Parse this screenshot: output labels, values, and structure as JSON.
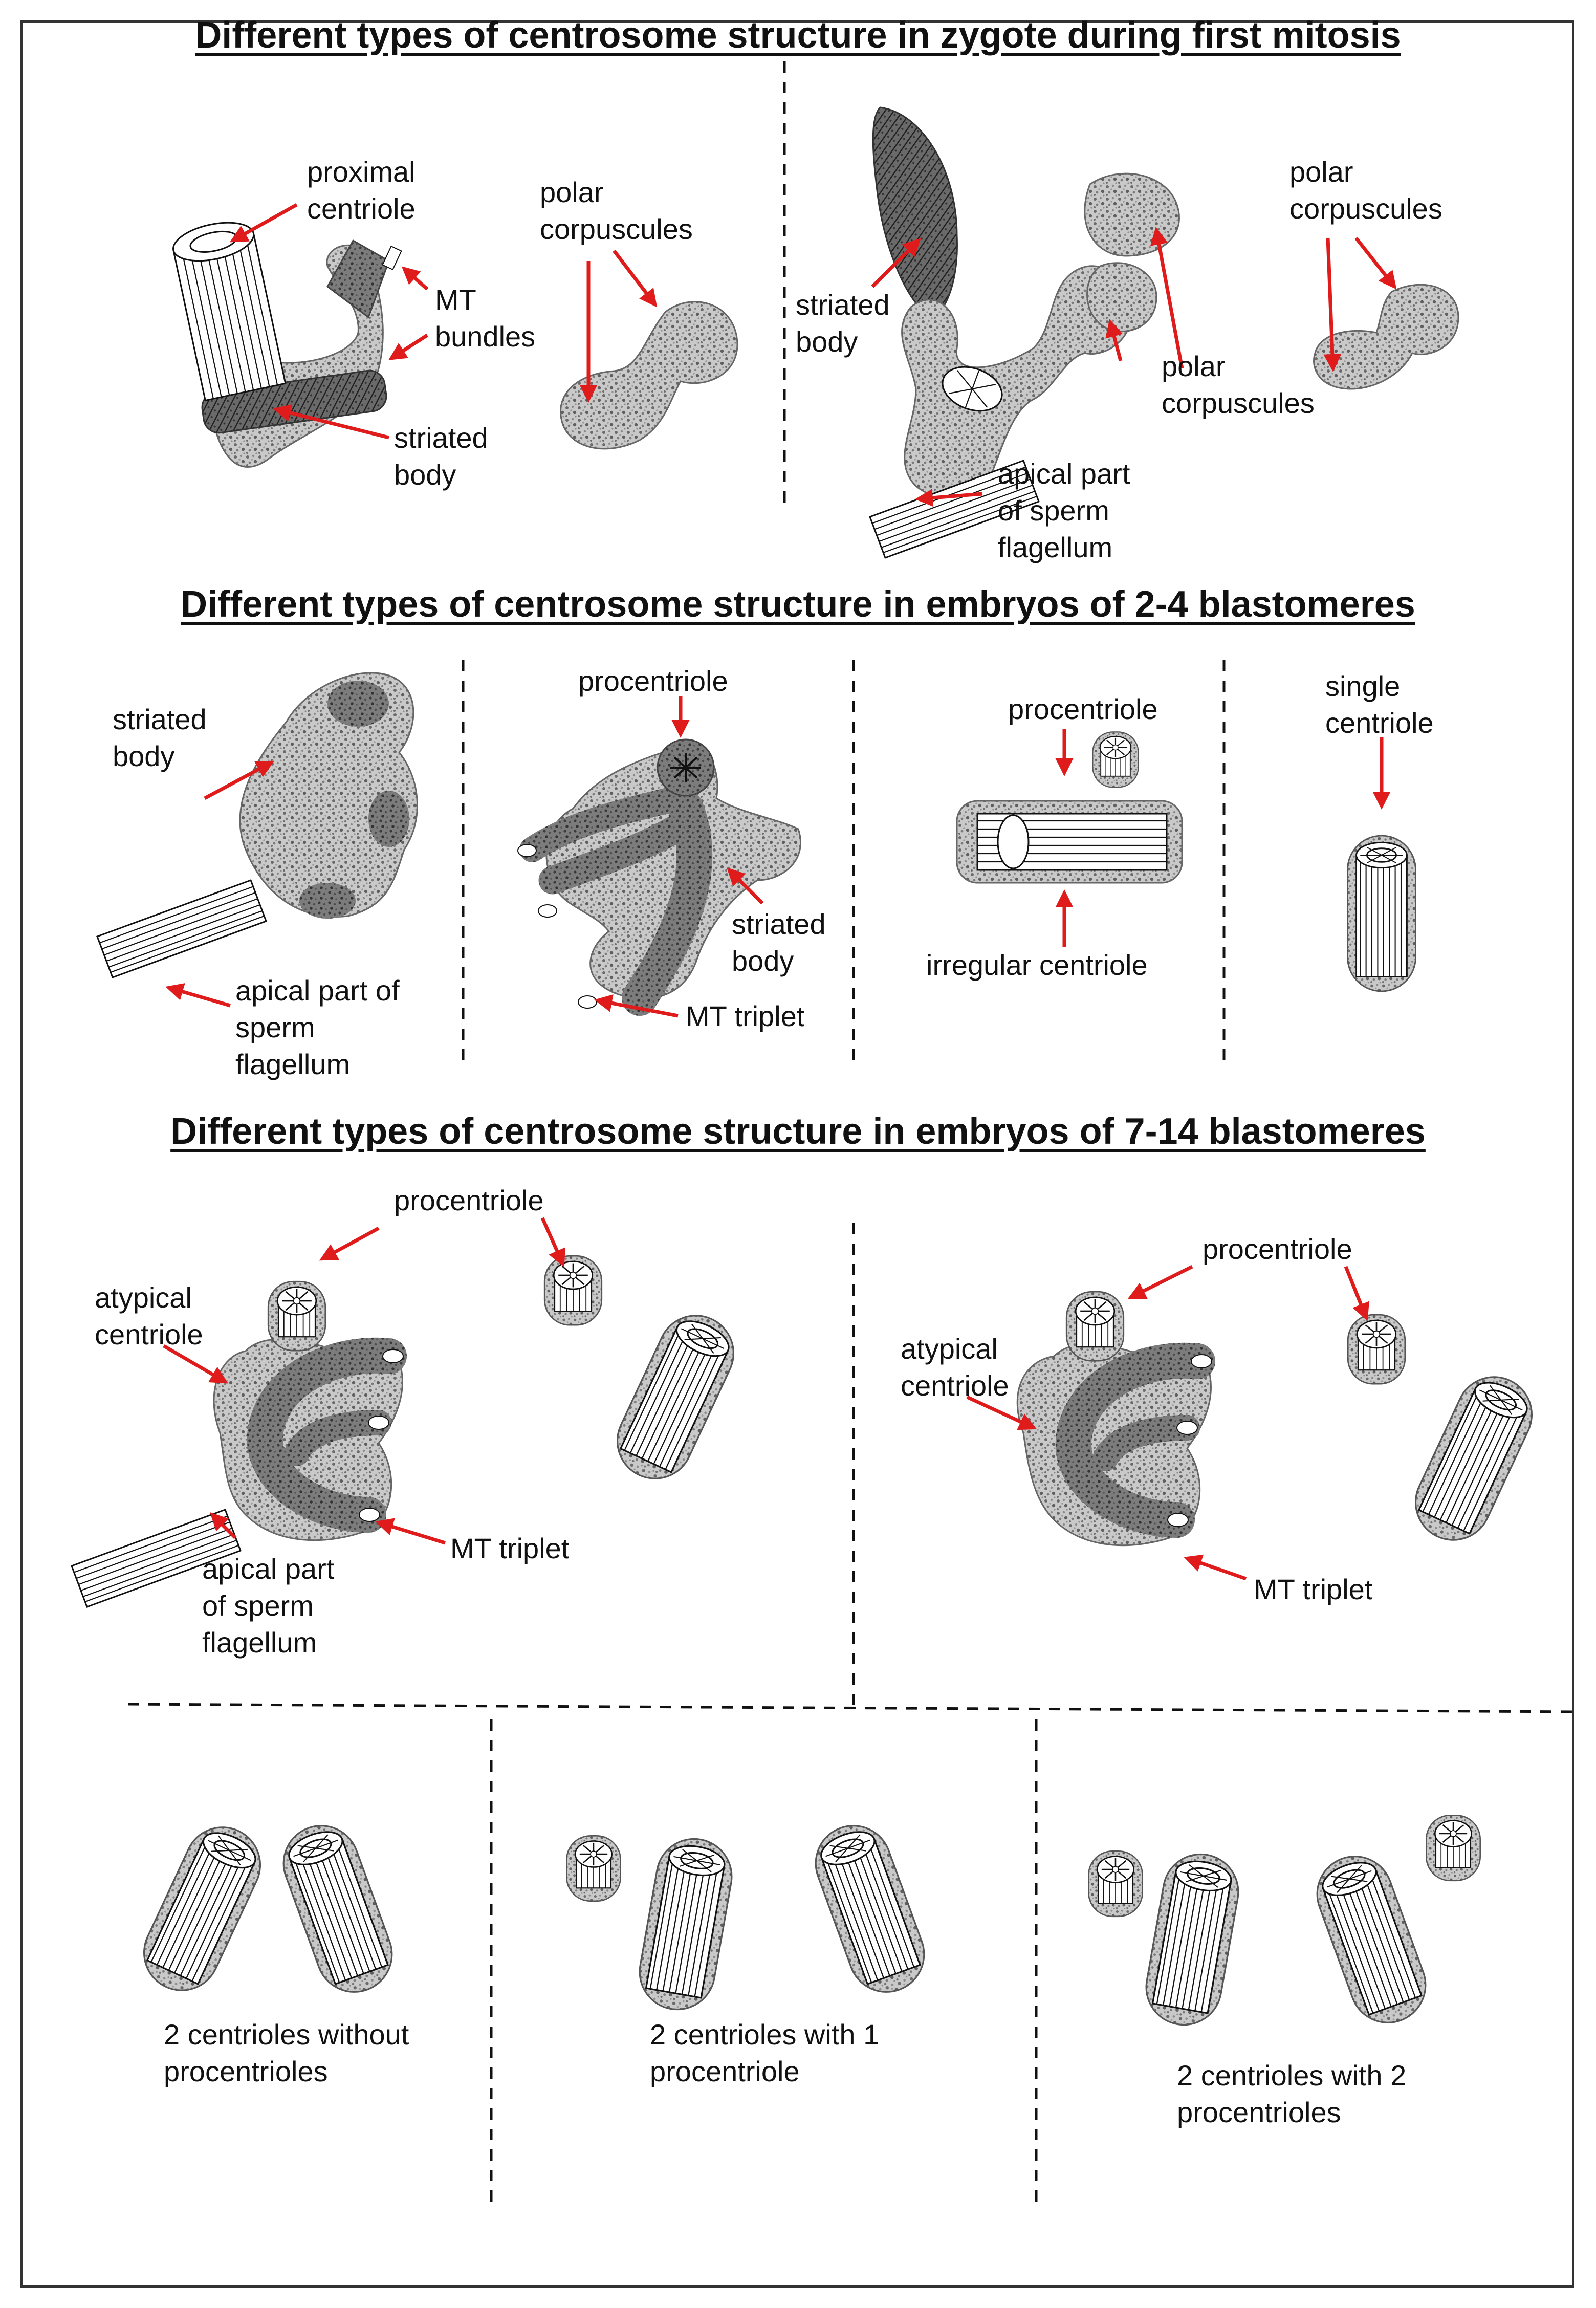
{
  "sections": {
    "zygote": {
      "title": "Different types of centrosome structure in zygote during first mitosis",
      "left": {
        "proximal_centriole": "proximal\ncentriole",
        "mt_bundles": "MT\nbundles",
        "striated_body": "striated\nbody",
        "polar_corpuscules": "polar\ncorpuscules"
      },
      "right": {
        "striated_body": "striated\nbody",
        "polar_corpuscules_center": "polar\ncorpuscules",
        "polar_corpuscules_far": "polar\ncorpuscules",
        "apical_part": "apical part\nof sperm\nflagellum"
      }
    },
    "embryo_2_4": {
      "title": "Different types of centrosome structure in embryos of 2-4 blastomeres",
      "panel1": {
        "striated_body": "striated\nbody",
        "apical_part": "apical part of\nsperm\nflagellum"
      },
      "panel2": {
        "procentriole": "procentriole",
        "striated_body": "striated\nbody",
        "mt_triplet": "MT triplet"
      },
      "panel3": {
        "procentriole": "procentriole",
        "irregular_centriole": "irregular centriole"
      },
      "panel4": {
        "single_centriole": "single\ncentriole"
      }
    },
    "embryo_7_14": {
      "title": "Different types of centrosome structure in embryos of 7-14 blastomeres",
      "left": {
        "procentriole": "procentriole",
        "atypical_centriole": "atypical\ncentriole",
        "mt_triplet": "MT triplet",
        "apical_part": "apical part\nof sperm\nflagellum"
      },
      "right": {
        "procentriole": "procentriole",
        "atypical_centriole": "atypical\ncentriole",
        "mt_triplet": "MT triplet"
      },
      "bottom": {
        "without": "2 centrioles without\nprocentrioles",
        "with_one": "2 centrioles with 1\nprocentriole",
        "with_two": "2 centrioles with 2\nprocentrioles"
      }
    }
  },
  "colors": {
    "arrow": "#e01b1b",
    "granular": "#a8a8a8",
    "dark_granular": "#6e6e6e",
    "line": "#111111"
  }
}
